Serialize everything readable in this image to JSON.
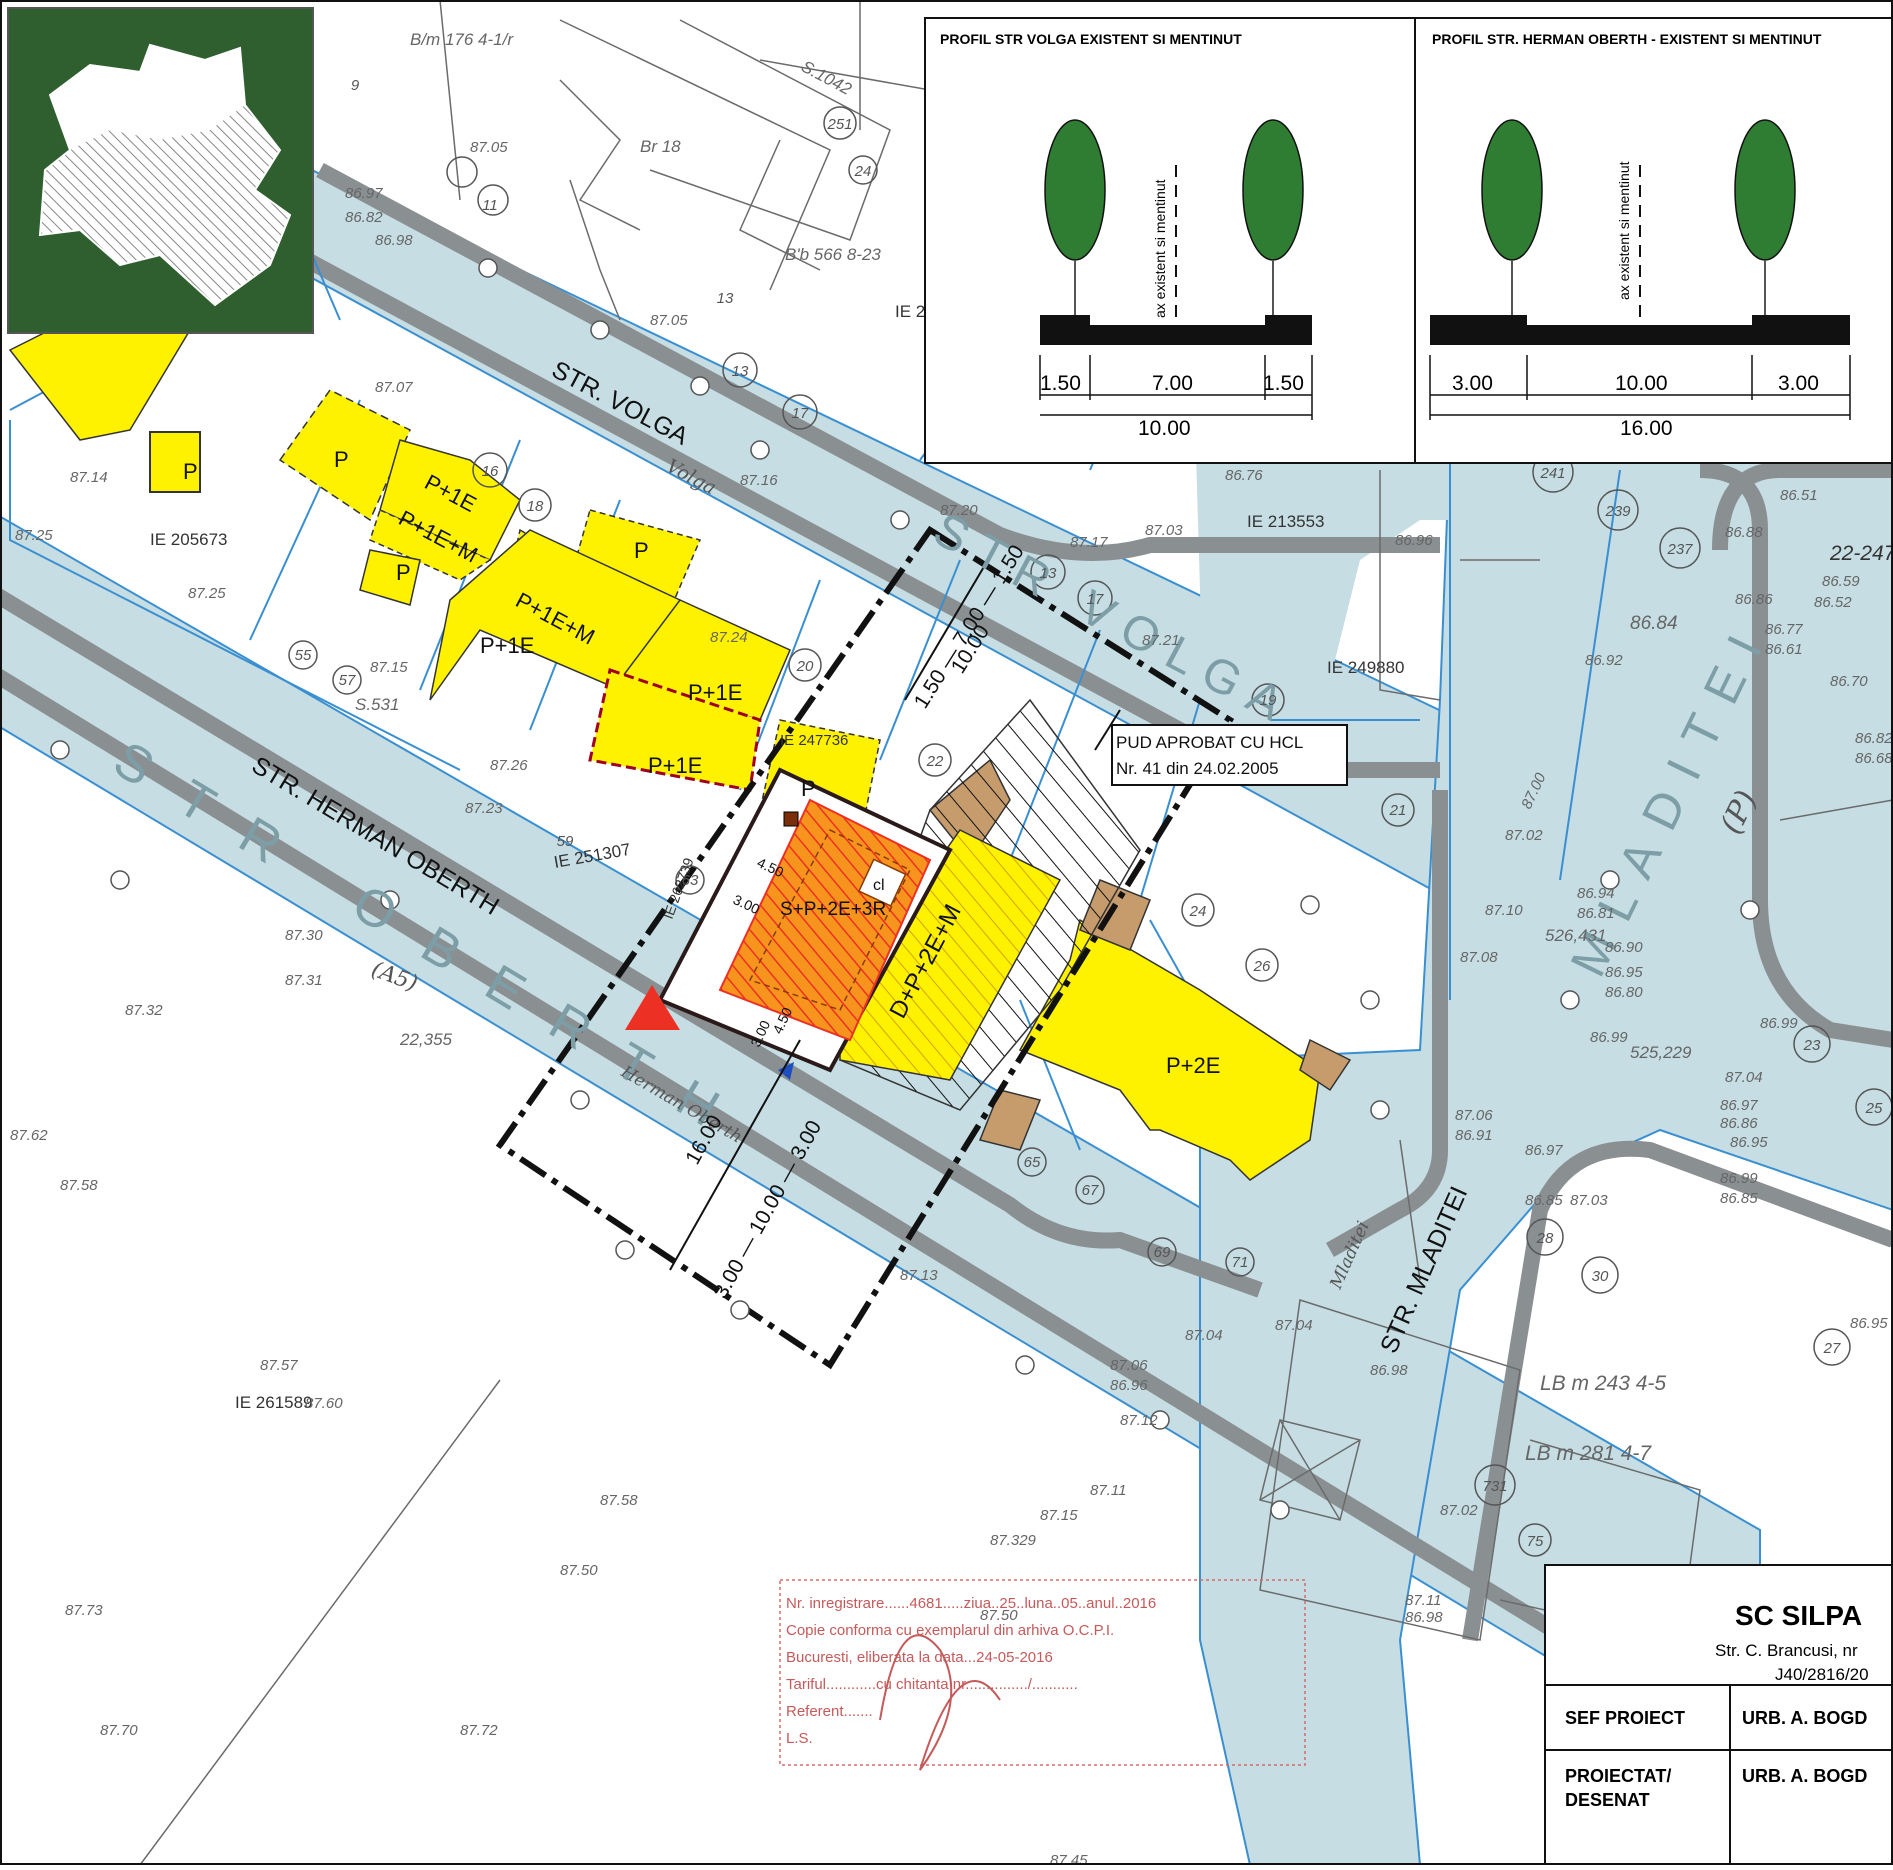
{
  "streets": {
    "volga": "STR. VOLGA",
    "volga_small": "Volga",
    "volga_big": "STR VOLGA",
    "herman": "STR. HERMAN OBERTH",
    "herman_big": "STR OBERTH",
    "herman_small": "Herman Oberth",
    "mladitei": "STR. MLADITEI",
    "mladitei_big": "MLADITEI",
    "mladitei_small": "Mladitei",
    "herman_code": "(A5)",
    "mladitei_code": "(P)"
  },
  "buildings": {
    "b1": "P",
    "b2": "P",
    "b3": "P+1E",
    "b4": "P+1E+M",
    "b5": "P",
    "b6": "P",
    "b7": "P+1E+M",
    "b8": "P+1E",
    "b9": "P+1E",
    "b10": "P+1E",
    "b11": "P",
    "b12": "S+P+2E+3R",
    "b13": "D+P+2E+M",
    "b14": "P+2E",
    "cl": "cl"
  },
  "parcels": {
    "ie1": "IE 205673",
    "ie2": "IE 213553",
    "ie3": "IE 249880",
    "ie4": "IE 251307",
    "ie5": "IE 261589",
    "ie6": "IE 2",
    "ie7": "IE 262739",
    "ie8": "IE 247736"
  },
  "pud_note": {
    "line1": "PUD APROBAT CU HCL",
    "line2": "Nr. 41 din 24.02.2005"
  },
  "dims": {
    "volga_profile": "1.50 — 7.00 — 1.50",
    "volga_total": "10.00",
    "herman_profile": "3.00 — 10.00 — 3.00",
    "herman_total": "16.00",
    "setback1": "4.50",
    "setback2": "3.00",
    "setback3": "3.00",
    "setback4": "4.50"
  },
  "profiles": {
    "volga": {
      "title": "PROFIL STR VOLGA EXISTENT SI MENTINUT",
      "axis_label": "ax existent si mentinut",
      "seg1": "1.50",
      "seg2": "7.00",
      "seg3": "1.50",
      "total": "10.00"
    },
    "herman": {
      "title": "PROFIL STR. HERMAN OBERTH  - EXISTENT SI MENTINUT",
      "axis_label": "ax existent si mentinut",
      "seg1": "3.00",
      "seg2": "10.00",
      "seg3": "3.00",
      "total": "16.00"
    }
  },
  "stamp": {
    "line1": "Nr. inregistrare......4681.....ziua..25..luna..05..anul..2016",
    "line2": "Copie conforma cu exemplarul din arhiva O.C.P.I.",
    "line3": "Bucuresti, eliberata la data...24-05-2016",
    "line4": "Tariful............cu chitanta nr.............../...........",
    "line5": "Referent.......",
    "line6": "L.S."
  },
  "title_block": {
    "company": "SC SILPA",
    "address": "Str. C. Brancusi, nr",
    "reg": "J40/2816/20",
    "sef_label": "SEF PROIECT",
    "sef_value": "URB. A. BOGD",
    "proiectat_label": "PROIECTAT/",
    "desenat_label": "DESENAT",
    "proiectat_value": "URB. A. BOGD"
  },
  "base_labels": {
    "n1": "B/m 176 4-1/r",
    "n2": "S.1042",
    "n3": "B'b 566 8-23",
    "n4": "Br 18",
    "n5": "LB m 243 4-5",
    "n6": "LB m 281 4-7",
    "n7": "22-247",
    "n8": "525,229",
    "n9": "526,431",
    "n10": "22,355",
    "n11": "S.531",
    "c9": "9",
    "c11": "11",
    "c13": "13",
    "c13b": "13",
    "c17": "17",
    "c13c": "13",
    "c17b": "17",
    "c16": "16",
    "c18": "18",
    "c20": "20",
    "c22": "22",
    "c24": "24",
    "c55": "55",
    "c57": "57",
    "c59": "59",
    "c63": "63",
    "c65": "65",
    "c67": "67",
    "c69": "69",
    "c71": "71",
    "c19": "19",
    "c21": "21",
    "c23": "23",
    "c25": "25",
    "c27": "27",
    "c28": "28",
    "c30": "30",
    "c237": "237",
    "c239": "239",
    "c241": "241",
    "c731": "731",
    "c75": "75",
    "c251": "251",
    "c26": "26",
    "c24b": "24",
    "e1": "87.05",
    "e2": "86.97",
    "e3": "86.82",
    "e4": "86.98",
    "e5": "87.05",
    "e6": "87.07",
    "e7": "87.14",
    "e8": "87.25",
    "e9": "87.25",
    "e10": "87.16",
    "e11": "87.20",
    "e12": "87.17",
    "e13": "87.03",
    "e14": "86.76",
    "e15": "86.96",
    "e16": "87.21",
    "e17": "87.24",
    "e18": "87.15",
    "e19": "87.26",
    "e20": "87.23",
    "e21": "87.30",
    "e22": "87.31",
    "e23": "87.32",
    "e24": "87.62",
    "e25": "87.58",
    "e26": "87.57",
    "e27": "87.60",
    "e28": "87.58",
    "e29": "87.73",
    "e30": "87.70",
    "e31": "87.72",
    "e32": "87.329",
    "e33": "87.15",
    "e34": "87.50",
    "e35": "87.50",
    "e36": "87.13",
    "e37": "87.04",
    "e38": "87.04",
    "e39": "87.06",
    "e40": "86.96",
    "e41": "87.12",
    "e42": "87.11",
    "e43": "86.98",
    "e44": "87.02",
    "e45": "87.10",
    "e46": "87.08",
    "e47": "87.06",
    "e48": "86.91",
    "e49": "86.97",
    "e50": "86.85",
    "e51": "86.51",
    "e52": "86.88",
    "e53": "86.86",
    "e54": "86.84",
    "e55": "86.92",
    "e56": "86.59",
    "e57": "86.52",
    "e58": "86.77",
    "e59": "86.61",
    "e60": "86.70",
    "e61": "86.82",
    "e62": "86.68",
    "e63": "86.94",
    "e64": "86.81",
    "e65": "86.90",
    "e66": "86.95",
    "e67": "86.80",
    "e68": "86.99",
    "e69": "86.99",
    "e70": "86.97",
    "e71": "86.86",
    "e72": "86.95",
    "e73": "86.99",
    "e74": "86.85",
    "e75": "87.03",
    "e76": "87.04",
    "e77": "86.95",
    "e78": "87.02",
    "e79": "87.00",
    "e80": "87.11",
    "e81": "86.98",
    "e82": "87.45"
  },
  "colors": {
    "road": "#c5dde3",
    "curb": "#8a8f92",
    "site_yellow": "#fff200",
    "proposed_orange": "#f7941d",
    "annex_brown": "#c69c6d",
    "tree_green": "#2e7d32",
    "inset_green": "#2f5f2f",
    "red_marker": "#ed3024",
    "stamp_red": "#d86a6a",
    "parcel_blue": "#3a8fd1"
  }
}
